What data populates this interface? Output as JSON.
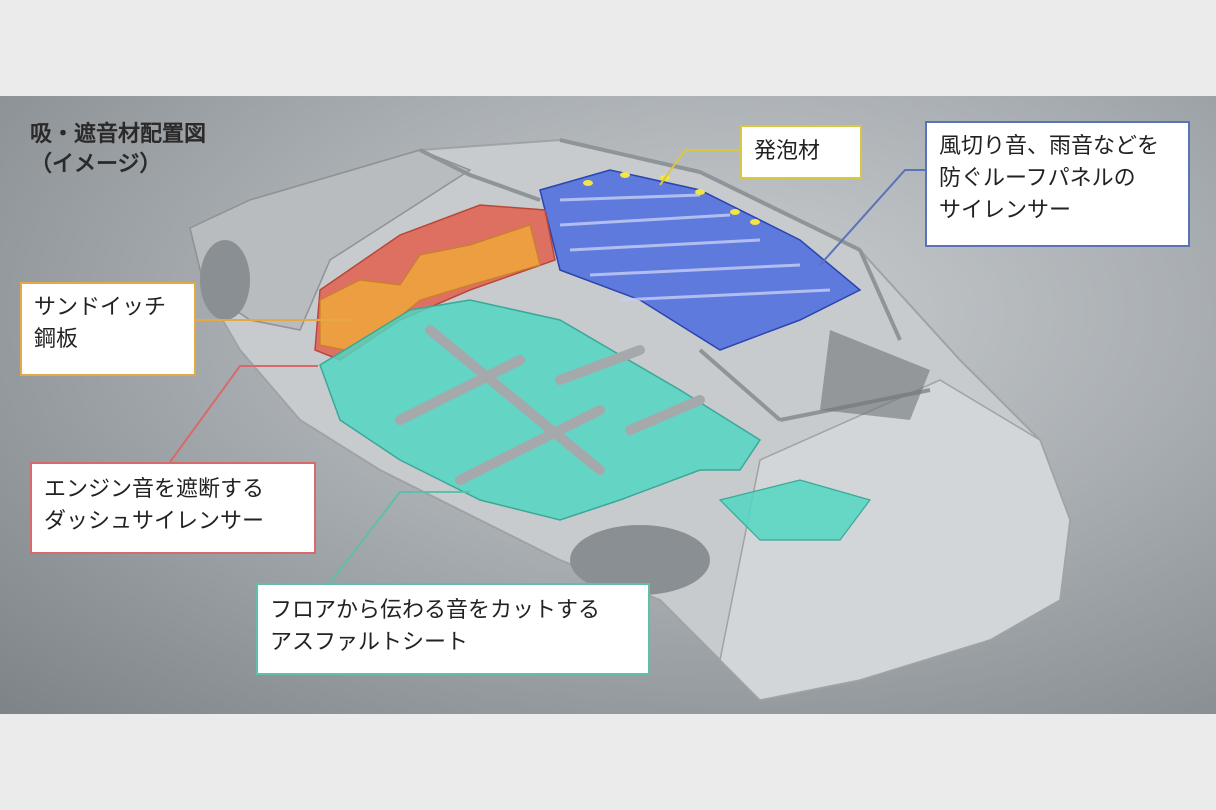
{
  "title": {
    "line1": "吸・遮音材配置図",
    "line2": "（イメージ）"
  },
  "callouts": {
    "foam": {
      "lines": [
        "発泡材"
      ],
      "color": "#d8c840"
    },
    "wind": {
      "lines": [
        "風切り音、雨音などを",
        "防ぐルーフパネルの",
        "サイレンサー"
      ],
      "color": "#5a72b8"
    },
    "sandwich": {
      "lines": [
        "サンドイッチ",
        "鋼板"
      ],
      "color": "#e4a845"
    },
    "dash": {
      "lines": [
        "エンジン音を遮断する",
        "ダッシュサイレンサー"
      ],
      "color": "#d86a6a"
    },
    "asphalt": {
      "lines": [
        "フロアから伝わる音をカットする",
        "アスファルトシート"
      ],
      "color": "#5fbfa8"
    }
  },
  "colors": {
    "roof_silencer": "#3b5fe0",
    "dash_silencer": "#e0604e",
    "sandwich_steel": "#f0a63c",
    "asphalt_sheet": "#52d6c2",
    "body_steel": "#cfd2d4"
  }
}
